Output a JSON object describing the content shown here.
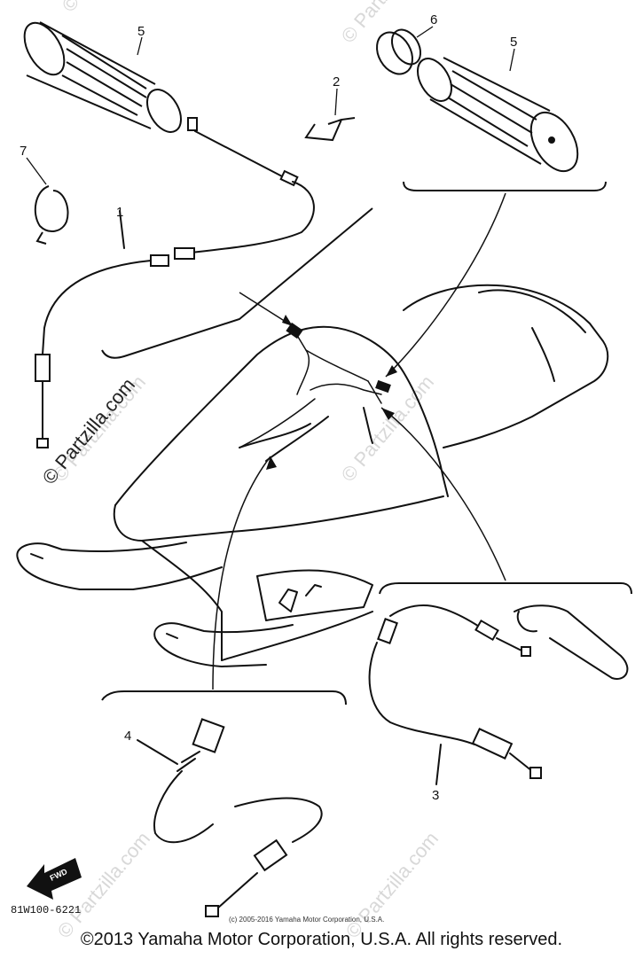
{
  "watermark": "© Partzilla.com",
  "callouts": {
    "c1": "1",
    "c2": "2",
    "c3": "3",
    "c4": "4",
    "c5a": "5",
    "c5b": "5",
    "c6": "6",
    "c7": "7"
  },
  "part_code": "81W100-6221",
  "fwd_label": "FWD",
  "inner_copyright": "(c) 2005-2016 Yamaha Motor Corporation, U.S.A.",
  "footer": "©2013 Yamaha Motor Corporation, U.S.A. All rights reserved."
}
